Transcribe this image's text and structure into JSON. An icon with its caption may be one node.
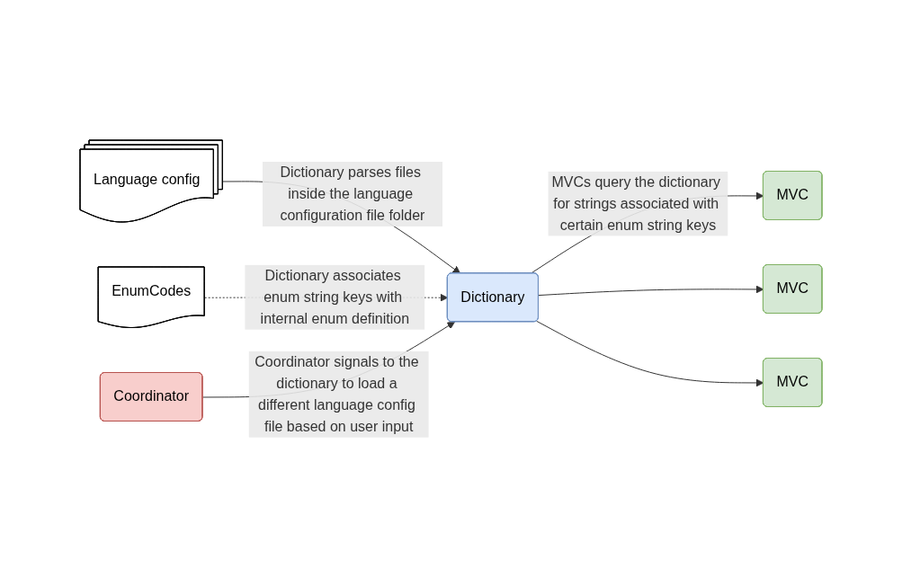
{
  "diagram": {
    "nodes": [
      {
        "text": [
          "Language config"
        ]
      },
      {
        "text": [
          "Dictionary"
        ]
      },
      {
        "text": [
          "MVC"
        ]
      },
      {
        "text": [
          "MVC"
        ]
      },
      {
        "text": [
          "MVC"
        ]
      },
      {
        "text": [
          "EnumCodes"
        ]
      },
      {
        "text": [
          "Coordinator"
        ]
      }
    ],
    "edges": [
      {
        "from": 0,
        "to": 1,
        "arrow": "to",
        "label": "Dictionary parses files inside the language configuration file folder"
      },
      {
        "from": 1,
        "to": 2,
        "arrow": "to",
        "label": "MVCs query the dictionary for strings associated with certain enum string keys"
      },
      {
        "from": 1,
        "to": 3,
        "arrow": "to"
      },
      {
        "from": 1,
        "to": 4,
        "arrow": "to"
      },
      {
        "from": 5,
        "to": 1,
        "arrow": "to",
        "style": "dashed",
        "label": "Dictionary associates enum string keys with internal enum definition"
      },
      {
        "from": 6,
        "to": 1,
        "arrow": "to",
        "label": "Coordinator signals to the dictionary to load a different language config file based on user input"
      }
    ]
  }
}
